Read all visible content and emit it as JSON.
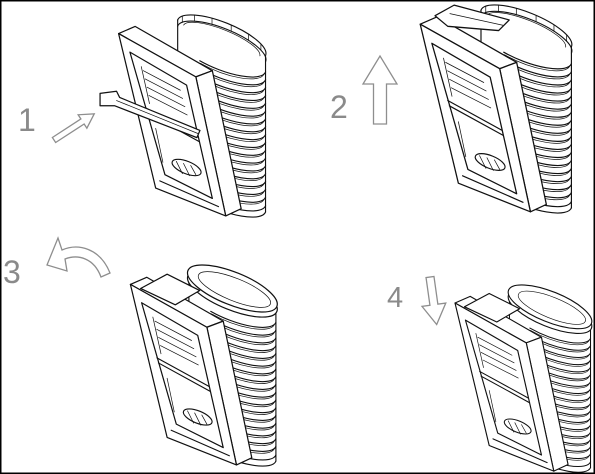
{
  "steps": [
    {
      "number": "1",
      "arrow_icon": "arrow-up-right-icon"
    },
    {
      "number": "2",
      "arrow_icon": "arrow-up-icon"
    },
    {
      "number": "3",
      "arrow_icon": "curved-arrow-left-icon"
    },
    {
      "number": "4",
      "arrow_icon": "arrow-down-icon"
    }
  ],
  "colors": {
    "line": "#111111",
    "label": "#8a8a8a",
    "arrow": "#8e8e8e",
    "background": "#ffffff",
    "border": "#000000"
  }
}
